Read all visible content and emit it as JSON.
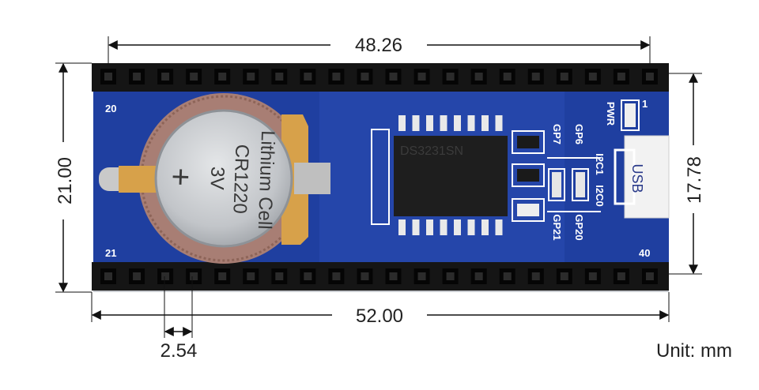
{
  "dimensions": {
    "header_length": "48.26",
    "board_length": "52.00",
    "board_width": "21.00",
    "header_span": "17.78",
    "pin_pitch": "2.54",
    "unit": "Unit: mm"
  },
  "board": {
    "pin_1": "1",
    "pin_20": "20",
    "pin_21": "21",
    "pin_40": "40",
    "pwr_label": "PWR",
    "usb_label": "USB",
    "gp6": "GP6",
    "gp7": "GP7",
    "i2c1": "I2C1",
    "i2c0": "I2C0",
    "gp20": "GP20",
    "gp21": "GP21",
    "chip_label": "DS3231SN"
  },
  "battery": {
    "line1": "Lithium Cell",
    "line2": "CR1220",
    "line3": "3V",
    "polarity": "+"
  },
  "colors": {
    "pcb": "#1f3fa0",
    "header": "#151515",
    "coin": "#c7c9cc",
    "holder": "#d7a14a"
  }
}
